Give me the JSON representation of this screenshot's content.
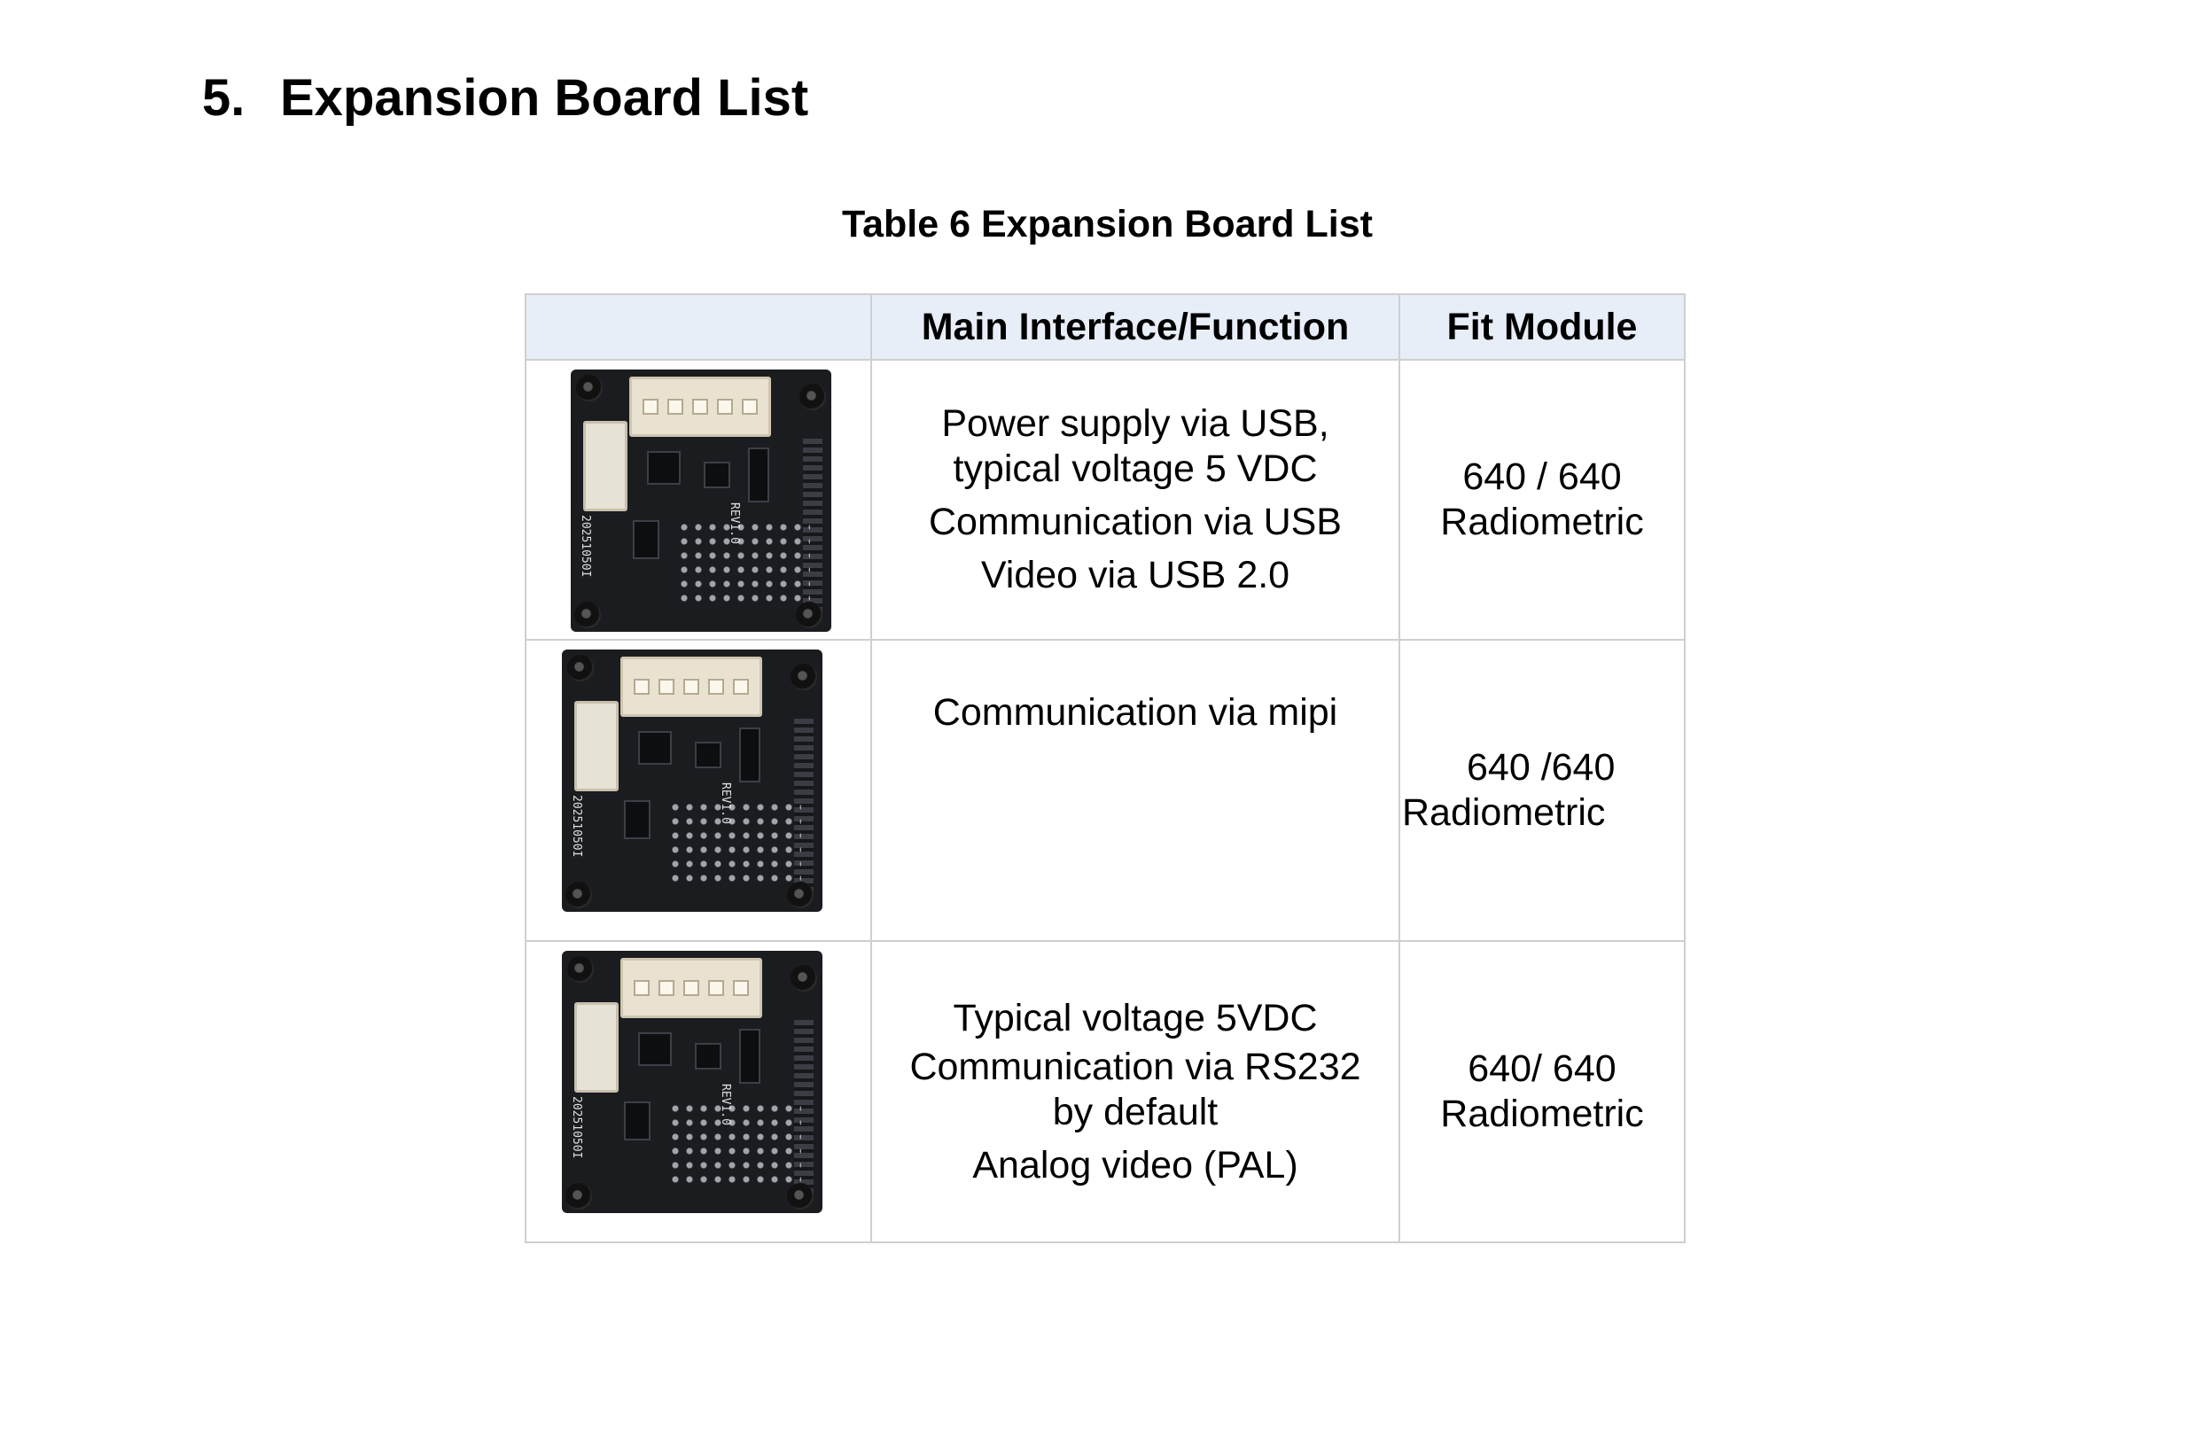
{
  "section": {
    "number": "5.",
    "title": "Expansion Board List"
  },
  "table": {
    "caption": "Table 6 Expansion Board List",
    "headers": [
      "",
      "Main Interface/Function",
      "Fit Module"
    ],
    "rows": [
      {
        "image_icon": "expansion-board-photo",
        "function_lines": [
          "Power supply via USB,",
          "typical voltage 5 VDC",
          "Communication via USB",
          "Video via USB 2.0"
        ],
        "fit_lines": [
          "640 / 640",
          "Radiometric"
        ]
      },
      {
        "image_icon": "expansion-board-photo",
        "function_lines": [
          "Communication via mipi"
        ],
        "fit_lines": [
          "640 /640",
          "Radiometric"
        ]
      },
      {
        "image_icon": "expansion-board-photo",
        "function_lines": [
          "Typical voltage 5VDC",
          "Communication via RS232",
          "by default",
          "Analog video (PAL)"
        ],
        "fit_lines": [
          "640/ 640",
          "Radiometric"
        ]
      }
    ]
  },
  "colors": {
    "header_bg": "#e8eef8",
    "border": "#cfcfcf",
    "pcb": "#1a1c20"
  }
}
